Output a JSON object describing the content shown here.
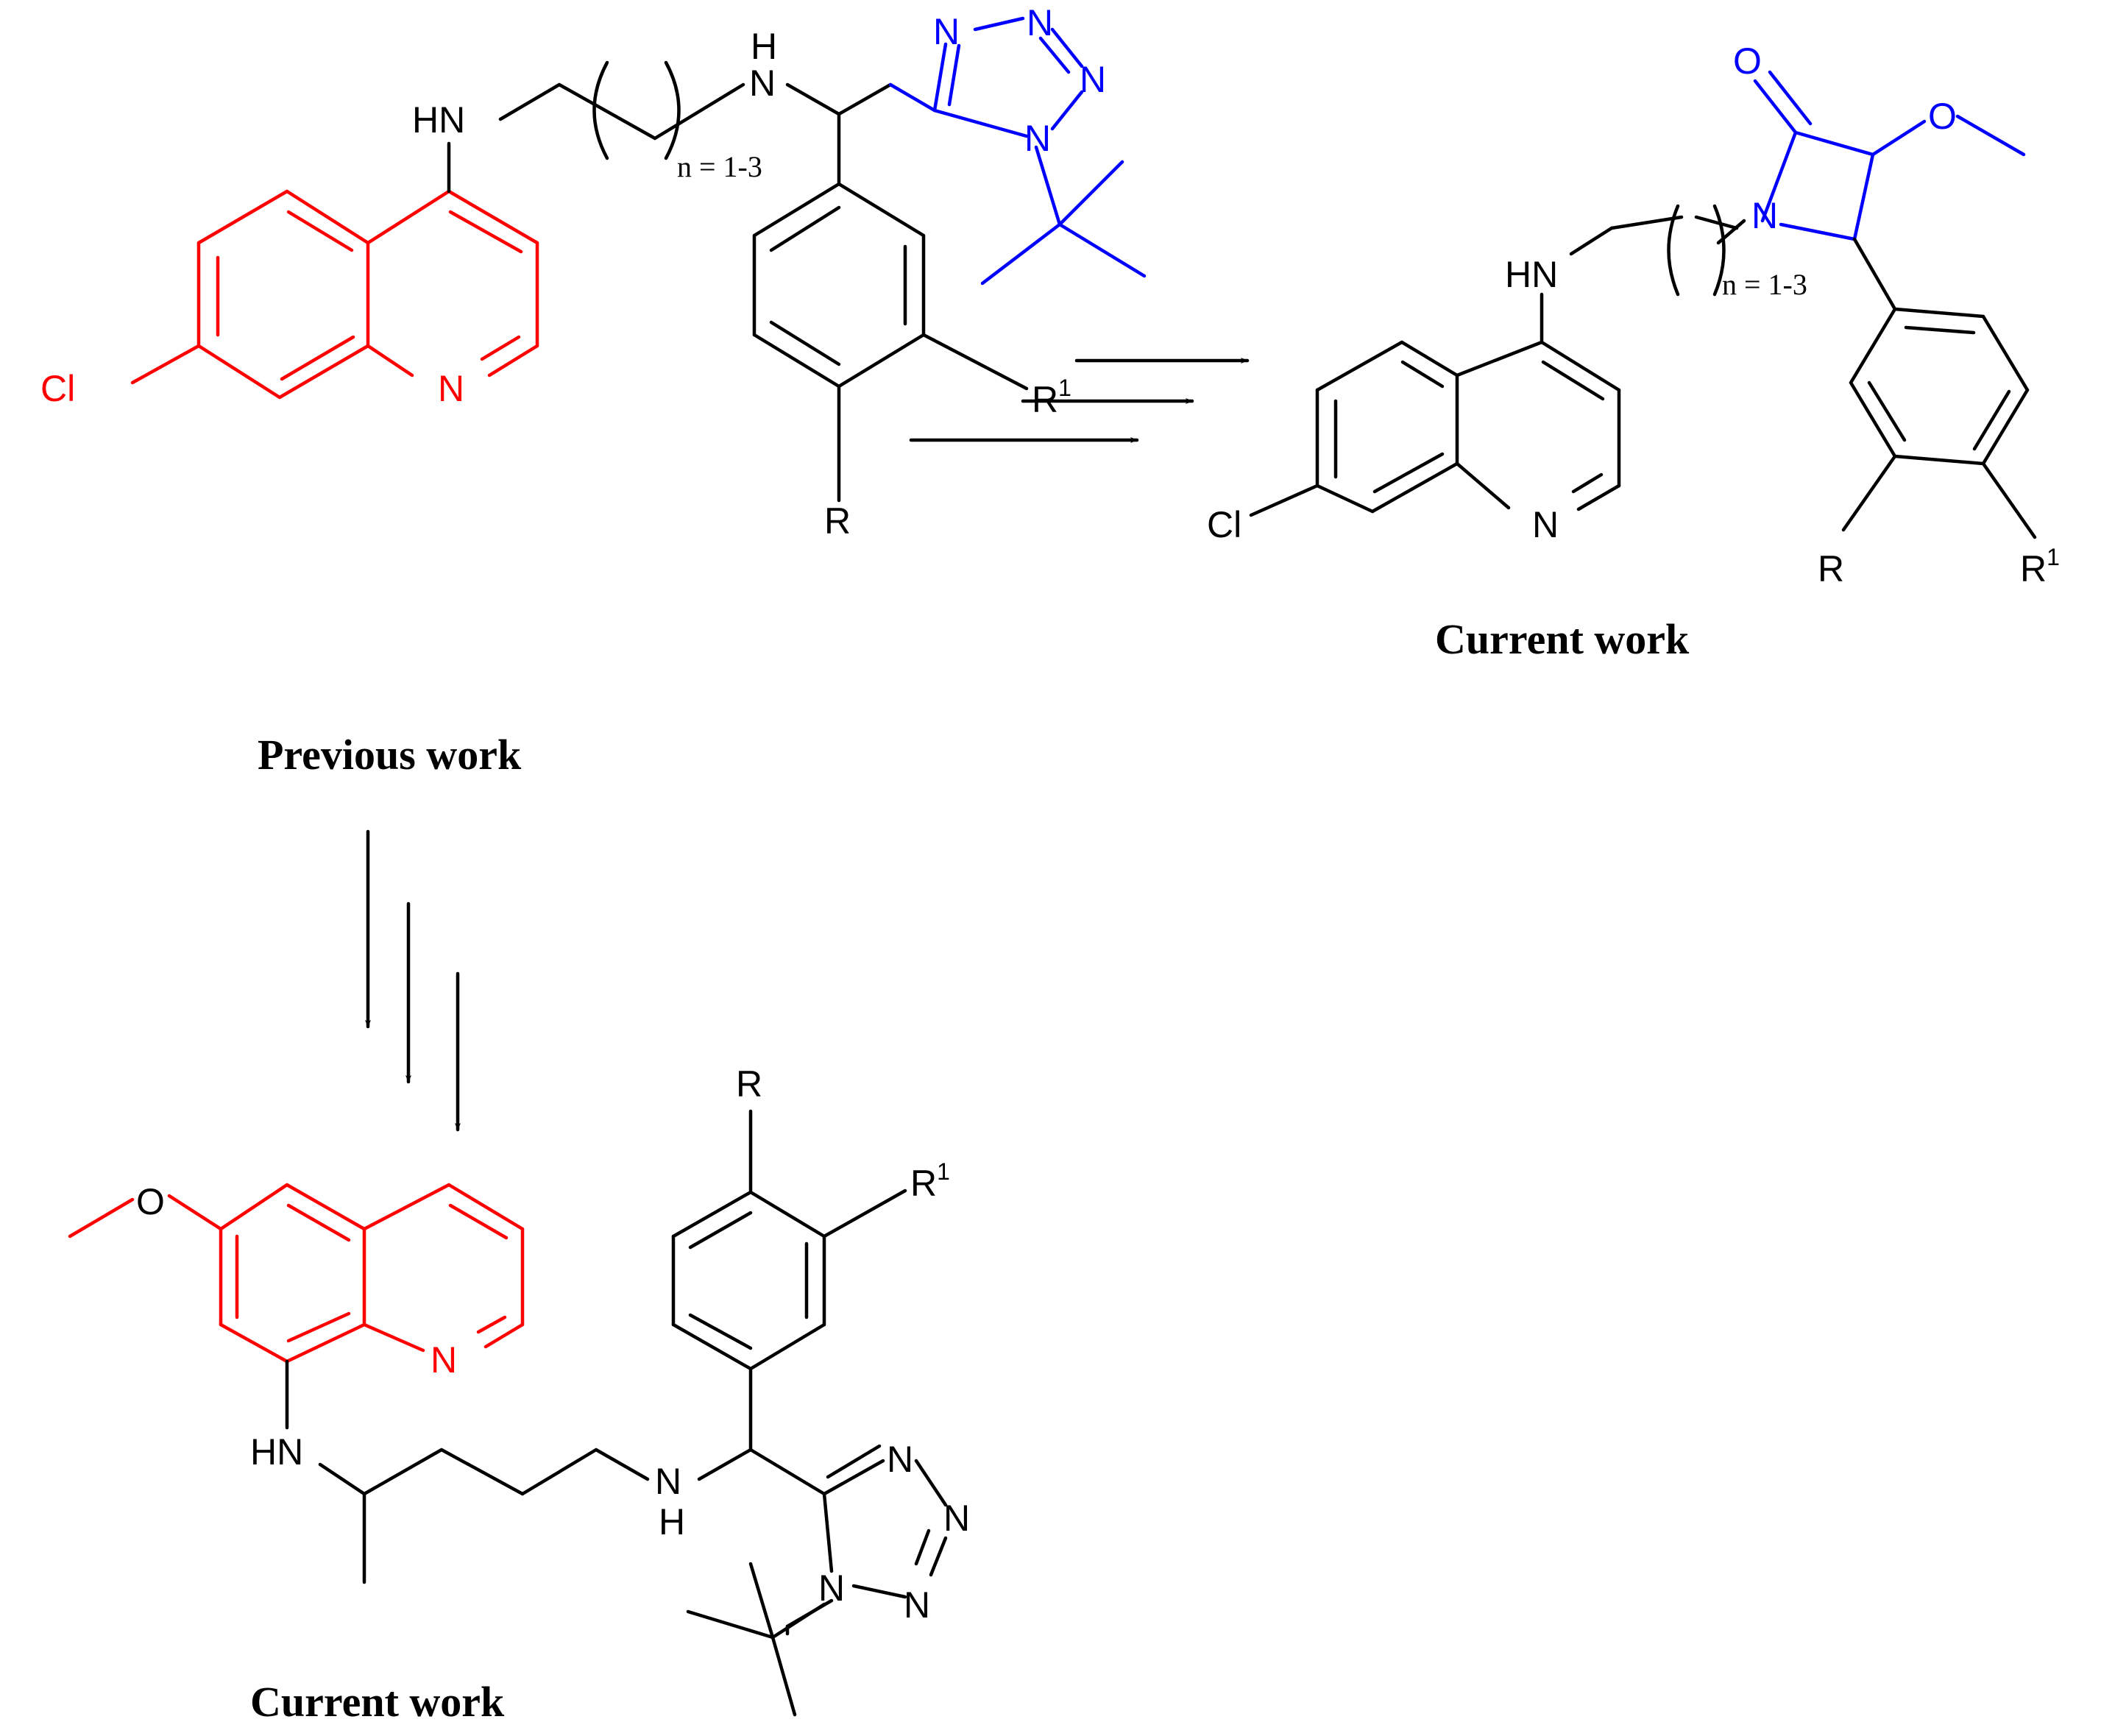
{
  "colors": {
    "quinoline_highlight": "#ff0000",
    "tetrazole_lactam_highlight": "#0000ff",
    "default": "#000000"
  },
  "captions": {
    "previous": "Previous work",
    "current_top": "Current work",
    "current_bottom": "Current work"
  },
  "chain_labels": {
    "n_prev": "n = 1-3",
    "n_curr": "n = 1-3"
  },
  "atoms": {
    "prev": {
      "hn": "HN",
      "nh_n": "N",
      "nh_h": "H",
      "cl": "Cl",
      "ring_n": "N",
      "tz_n1": "N",
      "tz_n2": "N",
      "tz_n3": "N",
      "tz_n4": "N",
      "r": "R",
      "r1": "R",
      "r1_sup": "1"
    },
    "top": {
      "hn": "HN",
      "cl": "Cl",
      "ring_n": "N",
      "lactam_n": "N",
      "o_carbonyl": "O",
      "o_methoxy": "O",
      "r": "R",
      "r1": "R",
      "r1_sup": "1"
    },
    "bottom": {
      "o_methoxy": "O",
      "ring_n": "N",
      "hn": "HN",
      "nh_n": "N",
      "nh_h": "H",
      "tz_n1": "N",
      "tz_n2": "N",
      "tz_n3": "N",
      "tz_n4": "N",
      "r": "R",
      "r1": "R",
      "r1_sup": "1"
    }
  }
}
